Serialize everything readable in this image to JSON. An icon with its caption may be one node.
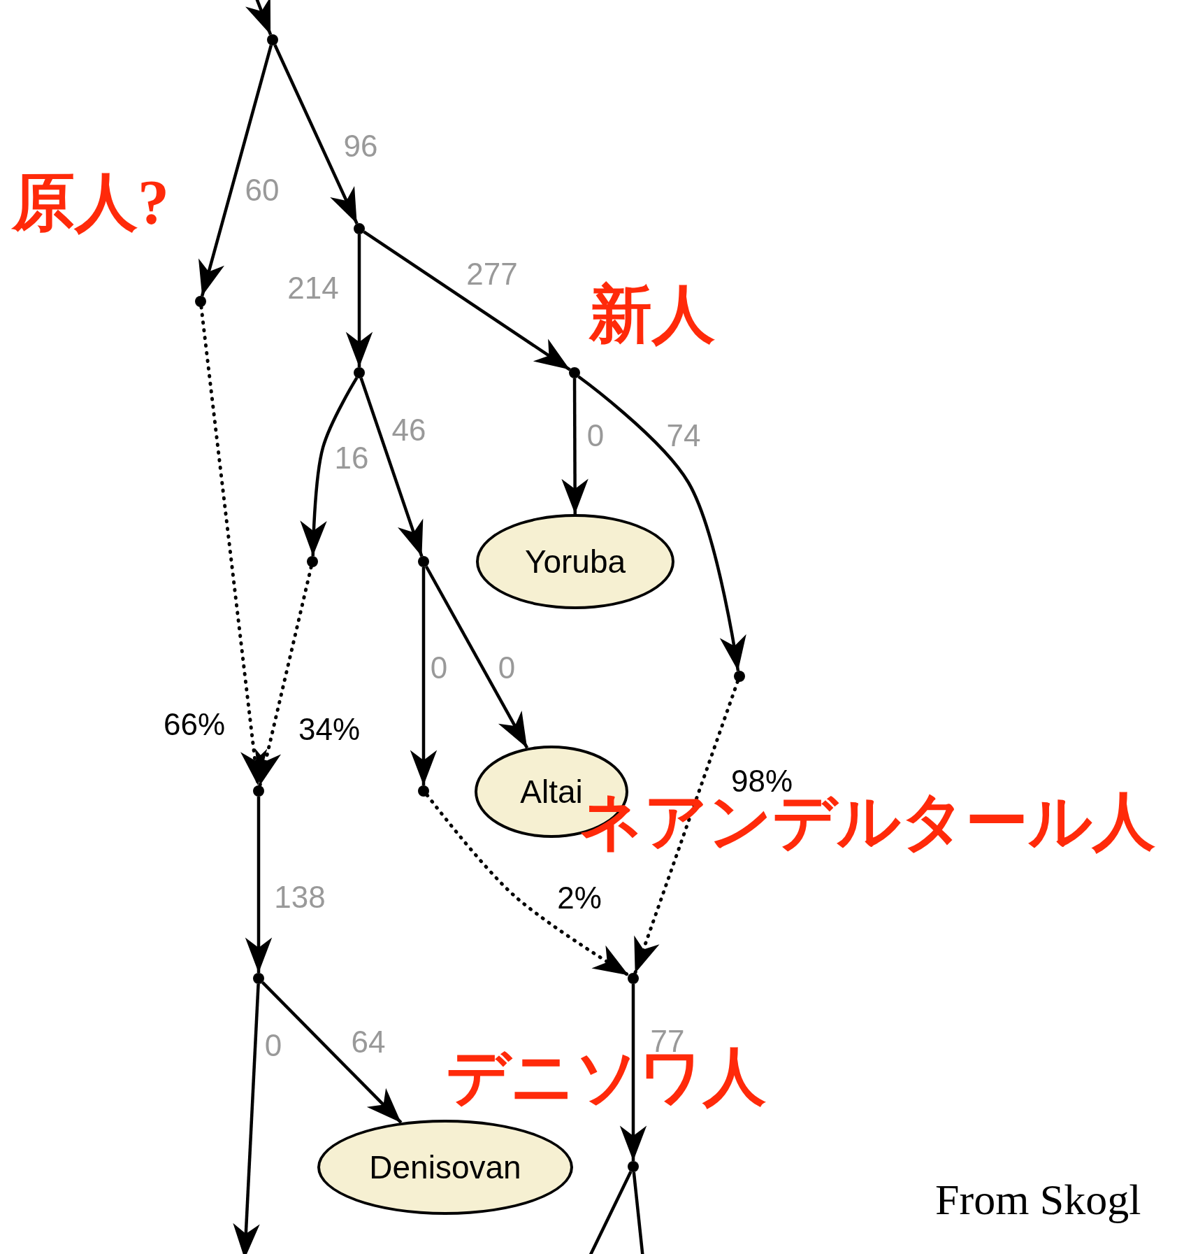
{
  "diagram": {
    "nodes": [
      {
        "text": [],
        "shape": "circle"
      },
      {
        "text": [],
        "shape": "circle"
      },
      {
        "text": [],
        "shape": "circle"
      },
      {
        "text": [],
        "shape": "circle"
      },
      {
        "text": [],
        "shape": "circle"
      },
      {
        "text": [],
        "shape": "circle"
      },
      {
        "text": [],
        "shape": "circle"
      },
      {
        "text": [
          "Yoruba"
        ]
      },
      {
        "text": [],
        "shape": "circle"
      },
      {
        "text": [],
        "shape": "circle"
      },
      {
        "text": [],
        "shape": "circle"
      },
      {
        "text": [
          "Altai"
        ]
      },
      {
        "text": [],
        "shape": "circle"
      },
      {
        "text": [],
        "shape": "circle"
      },
      {
        "text": [
          "Denisovan"
        ]
      },
      {
        "text": [],
        "shape": "circle"
      }
    ],
    "edges": [
      {
        "from": null,
        "to": 0,
        "arrow": "to"
      },
      {
        "from": 0,
        "to": 2,
        "arrow": "to",
        "label": "60"
      },
      {
        "from": 0,
        "to": 1,
        "arrow": "to",
        "label": "96"
      },
      {
        "from": 1,
        "to": 3,
        "arrow": "to",
        "label": "214"
      },
      {
        "from": 1,
        "to": 4,
        "arrow": "to",
        "label": "277"
      },
      {
        "from": 3,
        "to": 5,
        "arrow": "to",
        "label": "16"
      },
      {
        "from": 3,
        "to": 6,
        "arrow": "to",
        "label": "46"
      },
      {
        "from": 4,
        "to": 7,
        "arrow": "to",
        "label": "0"
      },
      {
        "from": 4,
        "to": 8,
        "arrow": "to",
        "label": "74"
      },
      {
        "from": 6,
        "to": 10,
        "arrow": "to",
        "label": "0"
      },
      {
        "from": 6,
        "to": 11,
        "arrow": "to",
        "label": "0"
      },
      {
        "from": 2,
        "to": 9,
        "arrow": "to",
        "label": "66%",
        "style": "dashed"
      },
      {
        "from": 5,
        "to": 9,
        "arrow": "to",
        "label": "34%",
        "style": "dashed"
      },
      {
        "from": 9,
        "to": 12,
        "arrow": "to",
        "label": "138"
      },
      {
        "from": 10,
        "to": 13,
        "arrow": "to",
        "label": "2%",
        "style": "dashed"
      },
      {
        "from": 8,
        "to": 13,
        "arrow": "to",
        "label": "98%",
        "style": "dashed"
      },
      {
        "from": 12,
        "to": 14,
        "arrow": "to",
        "label": "64"
      },
      {
        "from": 12,
        "to": null,
        "arrow": "to",
        "label": "0"
      },
      {
        "from": 13,
        "to": 15,
        "arrow": "to",
        "label": "77"
      },
      {
        "from": 15,
        "to": null,
        "arrow": "none"
      },
      {
        "from": 15,
        "to": null,
        "arrow": "none"
      }
    ],
    "labels": [
      "原人?",
      "新人",
      "ネアンデルタール人",
      "デニソワ人",
      "From Skogl"
    ]
  }
}
